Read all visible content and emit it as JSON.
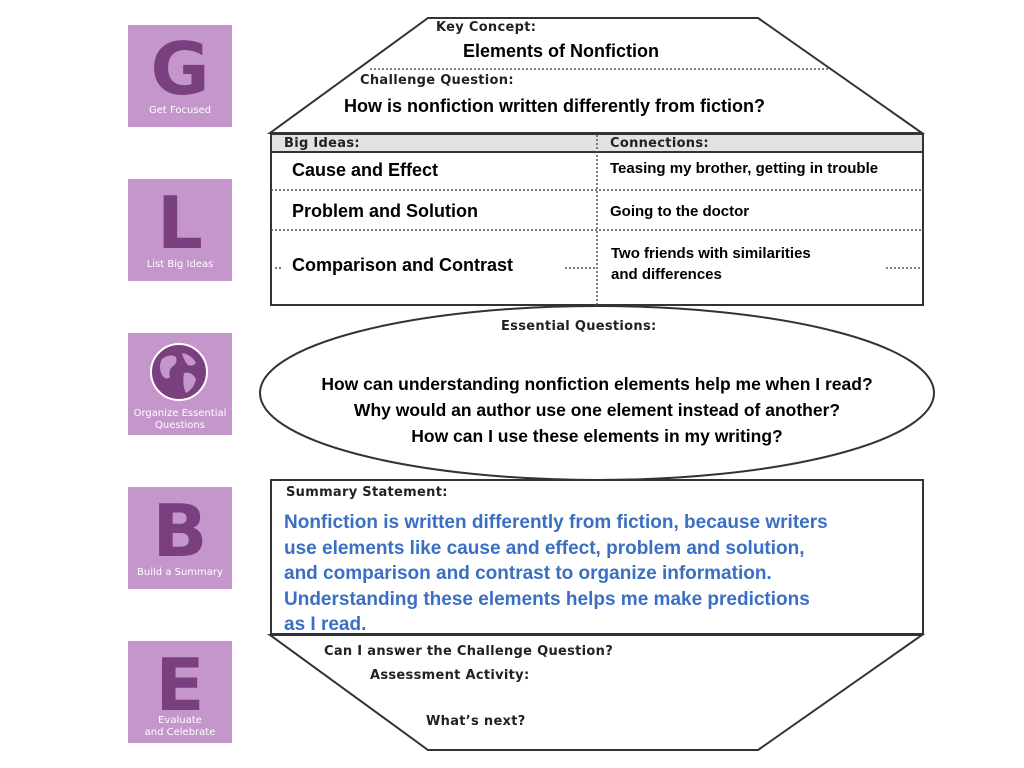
{
  "sidebar": {
    "tiles": [
      {
        "letter": "G",
        "caption": "Get Focused"
      },
      {
        "letter": "L",
        "caption": "List Big Ideas"
      },
      {
        "icon": "globe-icon",
        "caption_line1": "Organize Essential",
        "caption_line2": "Questions"
      },
      {
        "letter": "B",
        "caption": "Build a Summary"
      },
      {
        "letter": "E",
        "caption_line1": "Evaluate",
        "caption_line2": "and Celebrate"
      }
    ]
  },
  "key_concept": {
    "label": "Key Concept:",
    "value": "Elements of Nonfiction"
  },
  "challenge_question": {
    "label": "Challenge Question:",
    "value": "How is nonfiction written differently from fiction?"
  },
  "big_ideas": {
    "label": "Big Ideas:",
    "items": [
      "Cause and Effect",
      "Problem and Solution",
      "Comparison and Contrast"
    ]
  },
  "connections": {
    "label": "Connections:",
    "items": [
      "Teasing my brother, getting in trouble",
      "Going to the doctor",
      "Two friends with similarities",
      "and differences"
    ]
  },
  "essential_questions": {
    "label": "Essential Questions:",
    "items": [
      "How can understanding nonfiction elements help me when I read?",
      "Why would an author use one element instead of another?",
      "How can I use these elements in my writing?"
    ]
  },
  "summary": {
    "label": "Summary Statement:",
    "lines": [
      "Nonfiction is written differently from fiction, because writers",
      "use elements like cause and effect, problem and solution,",
      "and comparison and contrast to organize information.",
      "Understanding these elements helps me make predictions",
      "as I read."
    ]
  },
  "evaluate": {
    "challenge_prompt": "Can I answer the Challenge Question?",
    "assessment_label": "Assessment Activity:",
    "next_label": "What’s next?"
  },
  "colors": {
    "tile_bg": "#c596cc",
    "tile_letter": "#7a3f7f",
    "summary_text": "#3a6fc4",
    "header_band": "#e2e2e2"
  }
}
